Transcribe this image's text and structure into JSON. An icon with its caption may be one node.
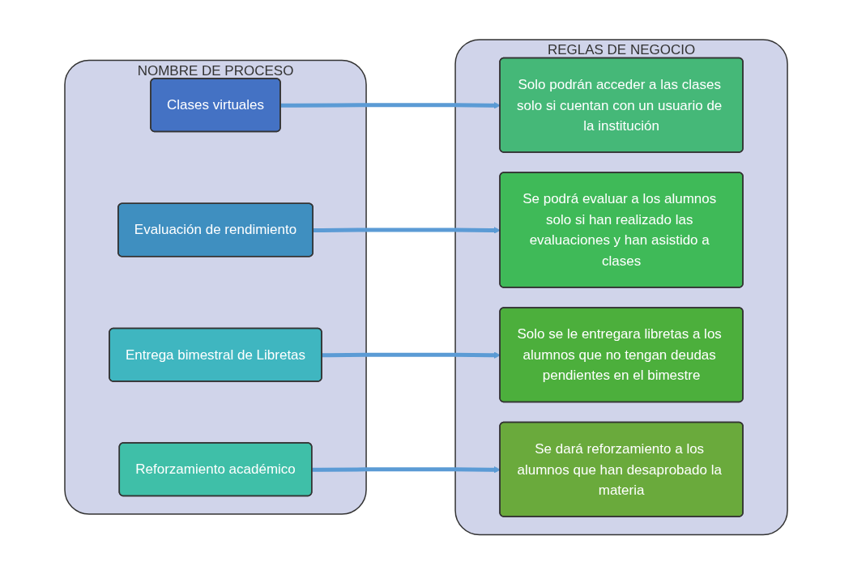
{
  "diagram": {
    "nodes": [
      {
        "text": [
          "NOMBRE DE PROCESO"
        ]
      },
      {
        "text": [
          "Clases virtuales"
        ],
        "in": 0
      },
      {
        "text": [
          "Evaluación de rendimiento"
        ],
        "in": 0
      },
      {
        "text": [
          "Entrega bimestral de Libretas"
        ],
        "in": 0
      },
      {
        "text": [
          "Reforzamiento académico"
        ],
        "in": 0
      },
      {
        "text": [
          "REGLAS DE NEGOCIO"
        ]
      },
      {
        "text": [
          "Solo podrán acceder a las clases solo si cuentan con un usuario de la institución"
        ],
        "in": 5
      },
      {
        "text": [
          "Se podrá evaluar a los alumnos solo si han realizado las evaluaciones y han asistido a clases"
        ],
        "in": 5
      },
      {
        "text": [
          "Solo se le entregara libretas a los alumnos que no tengan deudas pendientes en el bimestre"
        ],
        "in": 5
      },
      {
        "text": [
          "Se dará reforzamiento a los alumnos que han desaprobado la materia"
        ],
        "in": 5
      }
    ],
    "edges": [
      {
        "from": 1,
        "to": 6,
        "arrow": "to"
      },
      {
        "from": 2,
        "to": 7,
        "arrow": "to"
      },
      {
        "from": 3,
        "to": 8,
        "arrow": "to"
      },
      {
        "from": 4,
        "to": 9,
        "arrow": "to"
      }
    ]
  }
}
